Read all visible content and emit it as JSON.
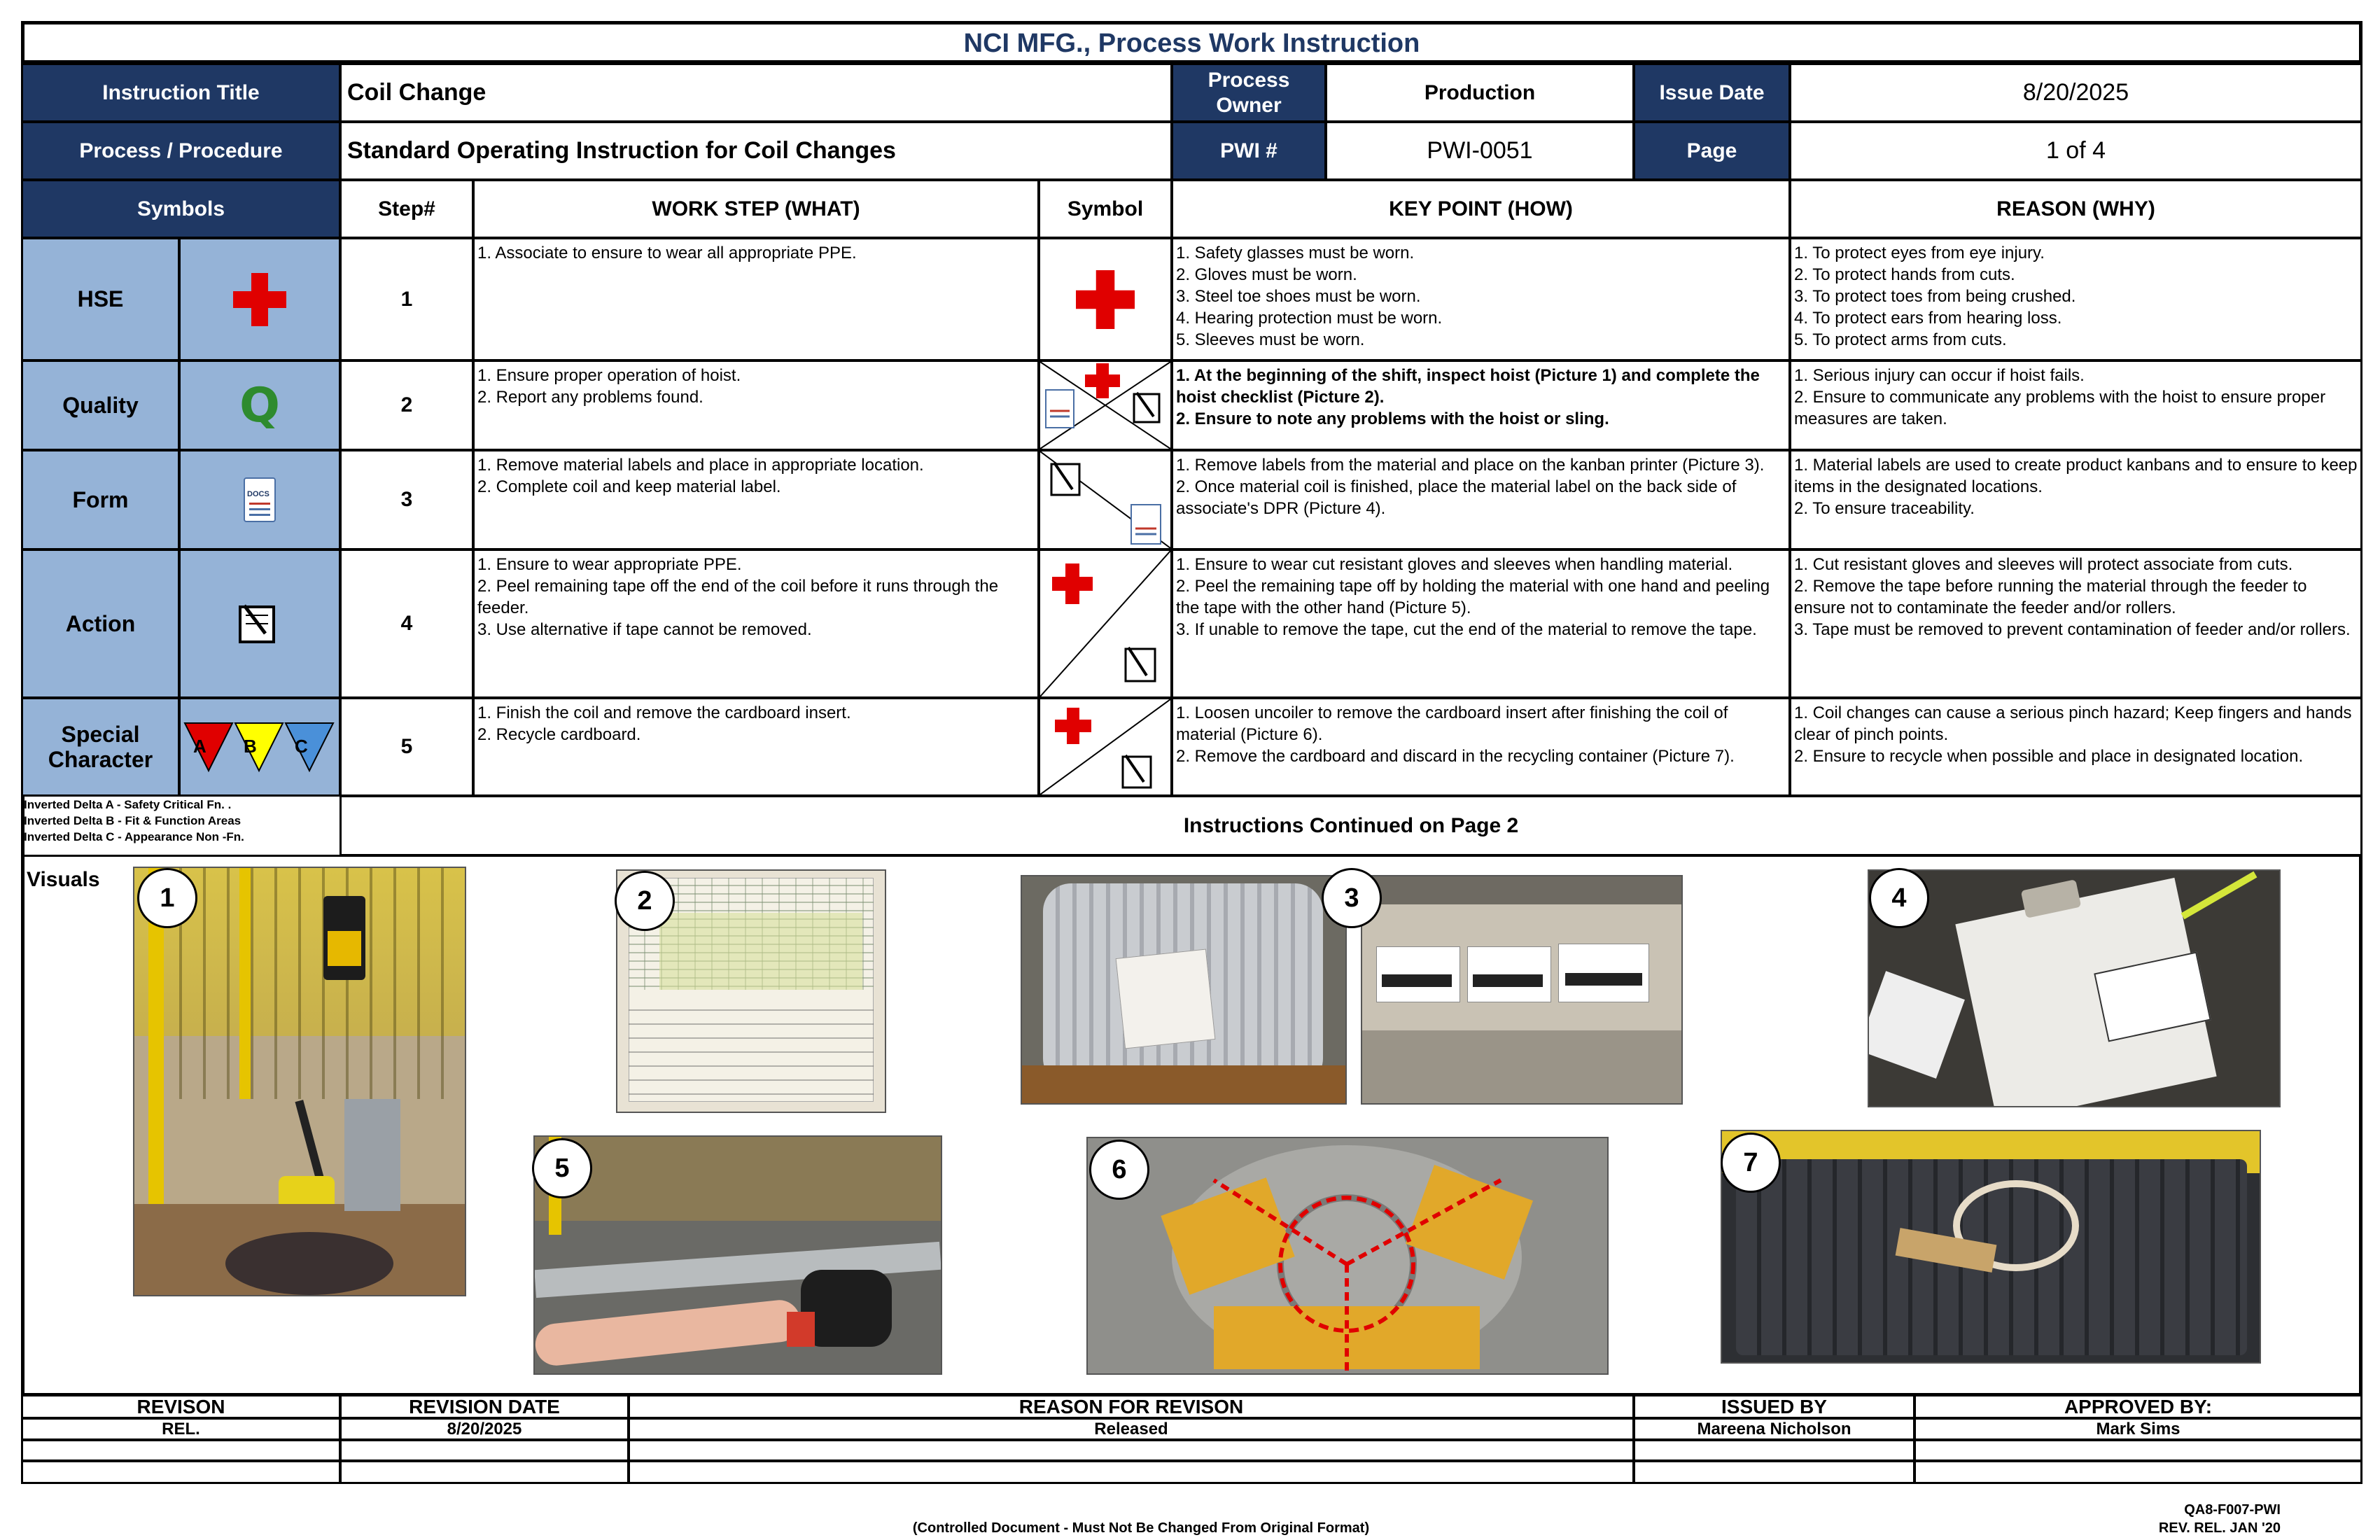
{
  "header": {
    "title": "NCI MFG., Process Work Instruction"
  },
  "info": {
    "instruction_title_label": "Instruction Title",
    "instruction_title": "Coil Change",
    "process_procedure_label": "Process / Procedure",
    "process_procedure": "Standard Operating Instruction for Coil Changes",
    "process_owner_label": "Process Owner",
    "process_owner": "Production",
    "pwi_label": "PWI #",
    "pwi": "PWI-0051",
    "issue_date_label": "Issue Date",
    "issue_date": "8/20/2025",
    "page_label": "Page",
    "page": "1 of 4"
  },
  "columns": {
    "symbols": "Symbols",
    "step": "Step#",
    "work_step": "WORK STEP (WHAT)",
    "symbol": "Symbol",
    "key_point": "KEY POINT (HOW)",
    "reason": "REASON (WHY)"
  },
  "symbols": {
    "hse": "HSE",
    "quality": "Quality",
    "quality_glyph": "Q",
    "form": "Form",
    "action": "Action",
    "special": "Special Character",
    "delta_a": "A",
    "delta_b": "B",
    "delta_c": "C",
    "form_icon_text": "DOCS"
  },
  "legend": {
    "a": "Inverted Delta A - Safety Critical Fn. .",
    "b": "Inverted Delta B - Fit & Function Areas",
    "c": "Inverted Delta C  - Appearance Non -Fn."
  },
  "steps": [
    {
      "num": "1",
      "what": "1. Associate to ensure to wear all appropriate PPE.",
      "how": "1. Safety glasses must be worn.\n2. Gloves must be worn.\n3. Steel toe shoes must be worn.\n4. Hearing protection must be worn.\n5. Sleeves must be worn.",
      "why": "1. To protect eyes from eye injury.\n2. To protect hands from cuts.\n3. To protect toes from being crushed.\n4. To protect ears from hearing loss.\n5. To protect arms from cuts."
    },
    {
      "num": "2",
      "what": "1. Ensure proper operation of hoist.\n2. Report any problems found.",
      "how": "1. At the beginning of the shift, inspect hoist (Picture 1) and complete the hoist checklist (Picture 2).\n2. Ensure to note any problems with the hoist or sling.",
      "why": "1. Serious injury can occur if hoist fails.\n2. Ensure to communicate any problems with the hoist to ensure proper measures are taken."
    },
    {
      "num": "3",
      "what": "1. Remove material labels and place in appropriate location.\n2. Complete coil and keep material label.",
      "how": "1. Remove labels from the material and place on the kanban printer (Picture 3).\n2. Once material coil is finished, place the material label on the back side of associate's DPR (Picture 4).",
      "why": "1. Material labels are used to create product kanbans and to ensure to keep items in the designated locations.\n2. To ensure traceability."
    },
    {
      "num": "4",
      "what": "1. Ensure to wear appropriate PPE.\n2. Peel remaining tape off the end of the coil before it runs through the feeder.\n3. Use alternative if tape cannot be removed.",
      "how": "1. Ensure to wear cut resistant gloves and sleeves when handling material.\n2. Peel the remaining tape off by holding the material with one hand and peeling the tape with the other hand (Picture 5).\n3. If unable to remove the tape, cut the end of the material to remove the tape.",
      "why": "1. Cut resistant gloves and sleeves will protect associate from cuts.\n2. Remove the tape before running the material through the feeder to ensure not to contaminate the feeder and/or rollers.\n3. Tape must be removed to prevent contamination of feeder and/or rollers."
    },
    {
      "num": "5",
      "what": "1. Finish the coil and remove the cardboard insert.\n2. Recycle cardboard.",
      "how": "1. Loosen uncoiler to remove the cardboard insert after finishing the coil of material (Picture 6).\n2. Remove the cardboard and discard in the recycling container (Picture 7).",
      "why": "1. Coil changes can cause a serious pinch hazard; Keep fingers and hands clear of pinch points.\n2. Ensure to recycle when possible and place in designated location."
    }
  ],
  "continued": "Instructions Continued on Page 2",
  "visuals_label": "Visuals",
  "picture_numbers": [
    "1",
    "2",
    "3",
    "4",
    "5",
    "6",
    "7"
  ],
  "revision": {
    "h_revision": "REVISON",
    "h_date": "REVISION DATE",
    "h_reason": "REASON FOR REVISON",
    "h_issued": "ISSUED BY",
    "h_approved": "APPROVED BY:",
    "revision": "REL.",
    "date": "8/20/2025",
    "reason": "Released",
    "issued": "Mareena Nicholson",
    "approved": "Mark Sims"
  },
  "footer": {
    "controlled": "(Controlled Document - Must Not Be Changed From Original Format)",
    "form_no": "QA8-F007-PWI",
    "rev": "REV. REL. JAN '20"
  },
  "colors": {
    "navy": "#1f3864",
    "symbol_blue": "#95b3d7",
    "red": "#e00000",
    "green": "#2e8b2e"
  }
}
